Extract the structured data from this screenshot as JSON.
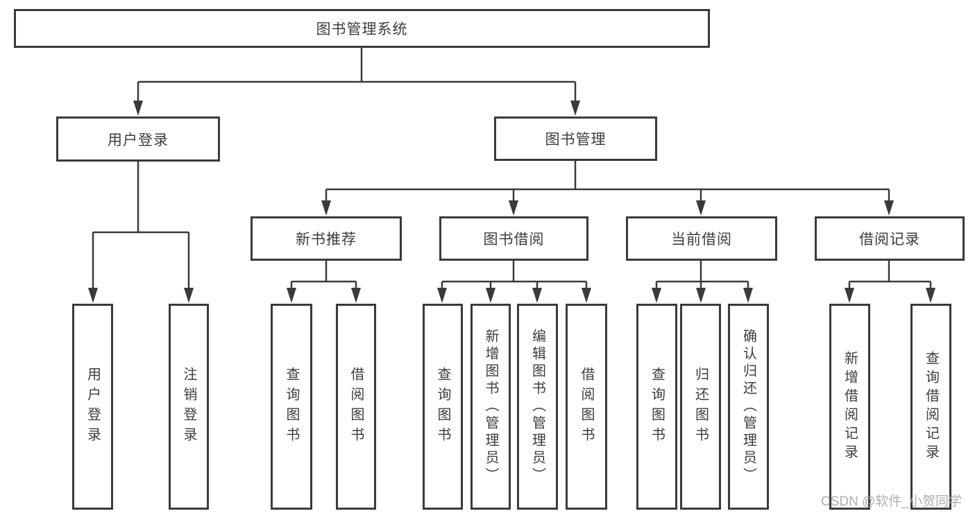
{
  "colors": {
    "line": "#3a3a3a",
    "text": "#3d3d3d",
    "background": "#ffffff",
    "watermark": "#a6a6a6"
  },
  "nodes": {
    "root": "图书管理系统",
    "user_login": "用户登录",
    "book_mgmt": "图书管理",
    "new_book_rec": "新书推荐",
    "book_borrow": "图书借阅",
    "current_borrow": "当前借阅",
    "borrow_record": "借阅记录",
    "leaf_user_login": "用户登录",
    "leaf_logout": "注销登录",
    "leaf_query_book_1": "查询图书",
    "leaf_borrow_book_1": "借阅图书",
    "leaf_query_book_2": "查询图书",
    "leaf_add_book": "新增图书（管理员）",
    "leaf_edit_book": "编辑图书（管理员）",
    "leaf_borrow_book_2": "借阅图书",
    "leaf_query_book_3": "查询图书",
    "leaf_return_book": "归还图书",
    "leaf_confirm_return": "确认归还（管理员）",
    "leaf_add_borrow_record": "新增借阅记录",
    "leaf_query_borrow_record": "查询借阅记录"
  },
  "watermark": {
    "text": "CSDN @软件_小贺同学"
  }
}
